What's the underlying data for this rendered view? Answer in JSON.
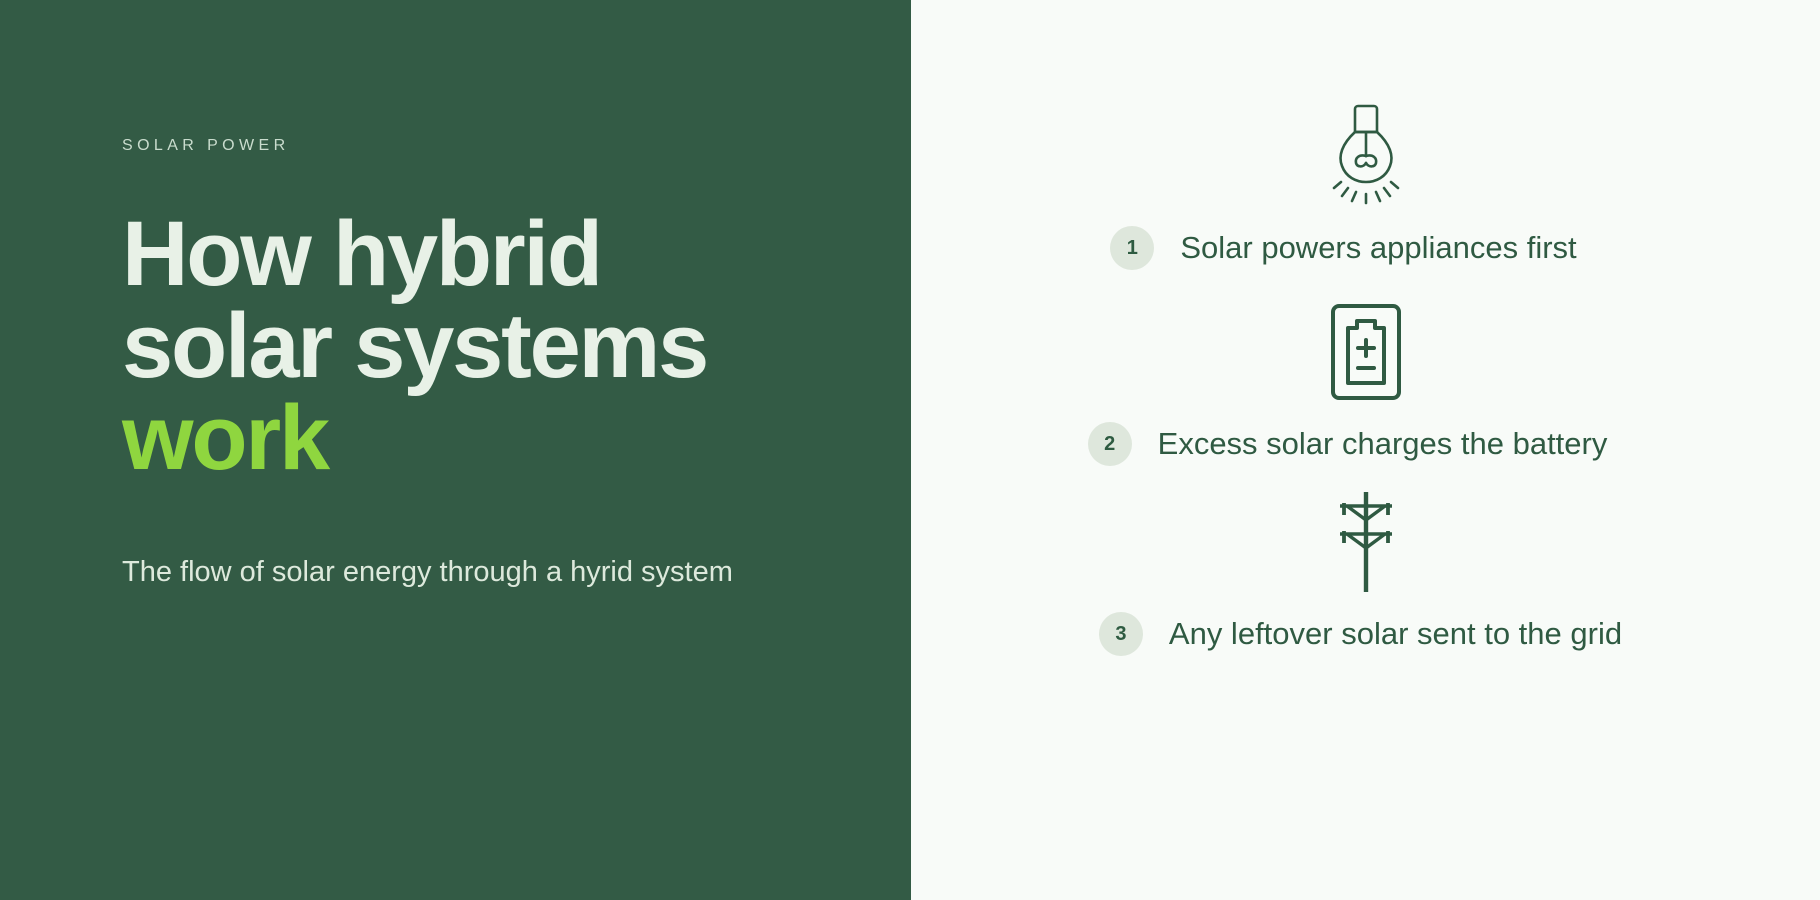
{
  "theme": {
    "panel_dark": "#335B45",
    "panel_light": "#F8FBF8",
    "accent_lime": "#8FD63F",
    "text_cream": "#E8F1E7",
    "text_green": "#2F5A42",
    "badge_bg": "#DEE7DC"
  },
  "left": {
    "eyebrow": "SOLAR POWER",
    "headline_line1": "How hybrid",
    "headline_line2": "solar systems",
    "headline_accent": "work",
    "subtitle": "The flow of solar energy through a hyrid system"
  },
  "right": {
    "steps": [
      {
        "number": "1",
        "label": "Solar powers appliances first",
        "icon": "lightbulb-icon"
      },
      {
        "number": "2",
        "label": "Excess solar charges the battery",
        "icon": "battery-icon"
      },
      {
        "number": "3",
        "label": "Any leftover solar sent to the grid",
        "icon": "power-pole-icon"
      }
    ]
  }
}
